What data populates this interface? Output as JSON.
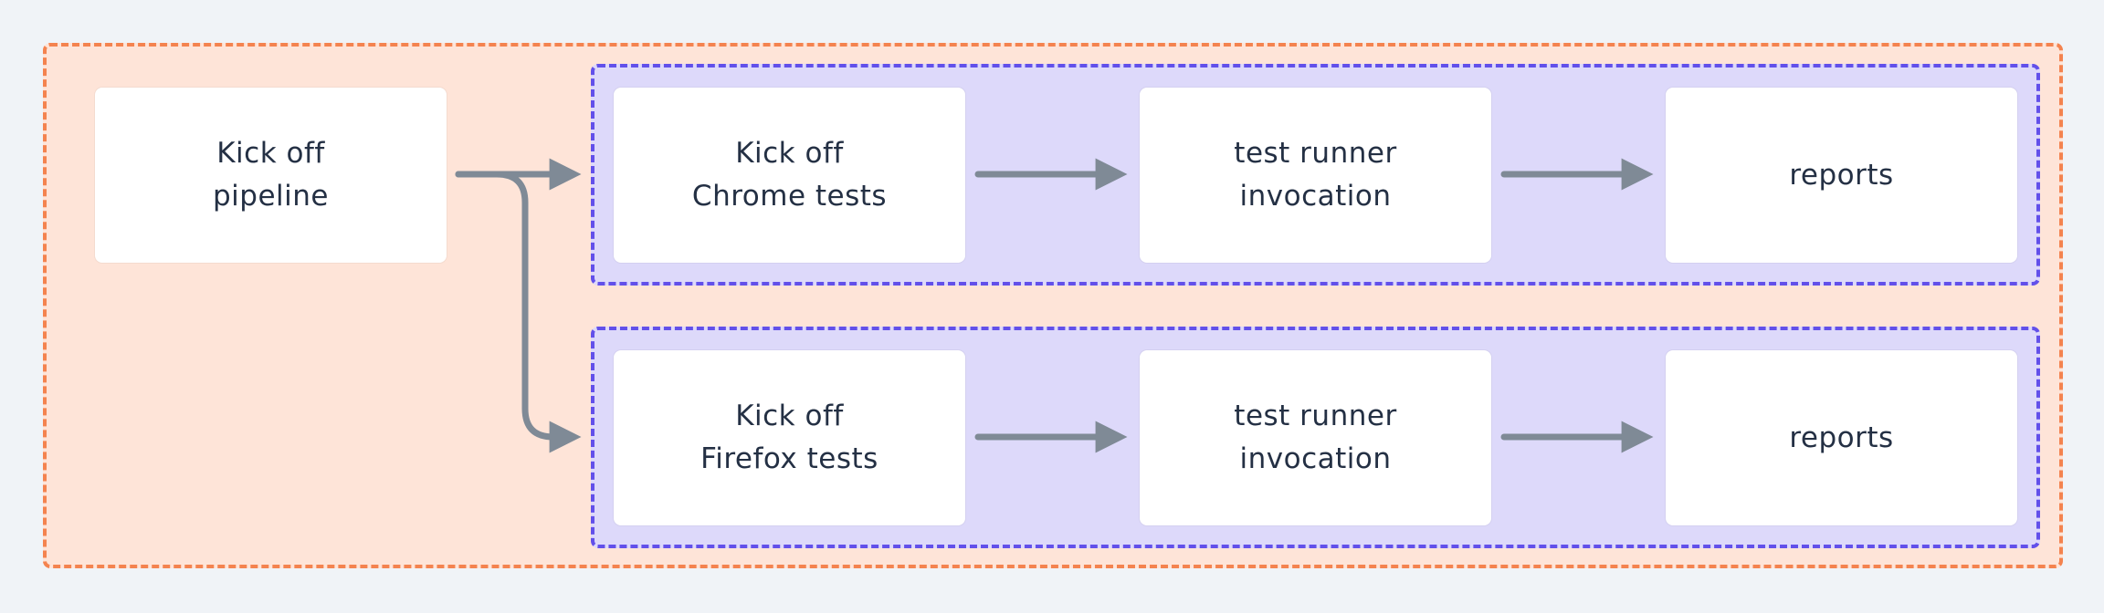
{
  "diagram": {
    "start_node": {
      "label": "Kick off\npipeline"
    },
    "lanes": [
      {
        "id": "chrome",
        "nodes": [
          {
            "label": "Kick off\nChrome tests"
          },
          {
            "label": "test runner\ninvocation"
          },
          {
            "label": "reports"
          }
        ]
      },
      {
        "id": "firefox",
        "nodes": [
          {
            "label": "Kick off\nFirefox tests"
          },
          {
            "label": "test runner\ninvocation"
          },
          {
            "label": "reports"
          }
        ]
      }
    ],
    "colors": {
      "background": "#f0f3f7",
      "outer_group_fill": "#fee4d8",
      "outer_group_border": "#f4834f",
      "lane_fill": "#ddd9fa",
      "lane_border": "#6250ea",
      "node_fill": "#ffffff",
      "text": "#243044",
      "arrow": "#7f8a96"
    }
  }
}
